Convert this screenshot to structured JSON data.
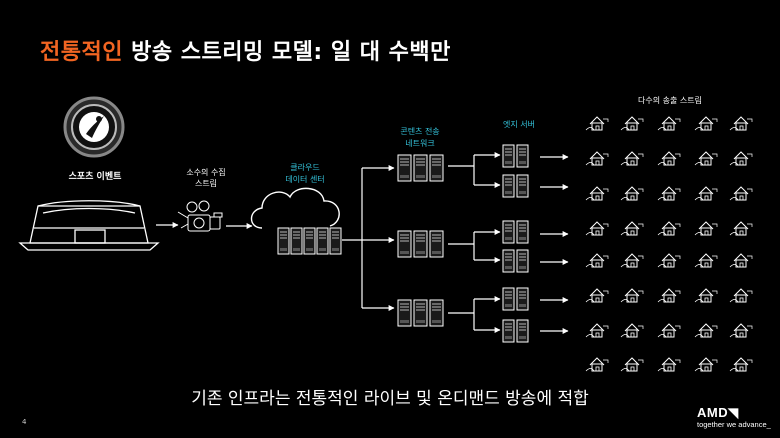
{
  "title": {
    "highlight": "전통적인",
    "rest": " 방송 스트리밍 모델: 일 대 수백만"
  },
  "labels": {
    "sports_event": "스포츠 이벤트",
    "ingest_line1": "소수의 수집",
    "ingest_line2": "스트림",
    "cloud_line1": "클라우드",
    "cloud_line2": "데이터 센터",
    "cdn_line1": "콘텐츠 전송",
    "cdn_line2": "네트워크",
    "edge": "엣지 서버",
    "egress": "다수의 송출 스트림"
  },
  "footer": "기존 인프라는 전통적인 라이브 및 온디맨드 방송에 적합",
  "page_number": "4",
  "brand": {
    "logo": "AMD",
    "tagline": "together we advance_"
  },
  "colors": {
    "accent": "#f26522",
    "cyan": "#35c4dc",
    "background": "#000000"
  },
  "icons": [
    "sports-logo-icon",
    "stadium-icon",
    "camera-icon",
    "cloud-icon",
    "server-rack-icon",
    "house-icon"
  ]
}
